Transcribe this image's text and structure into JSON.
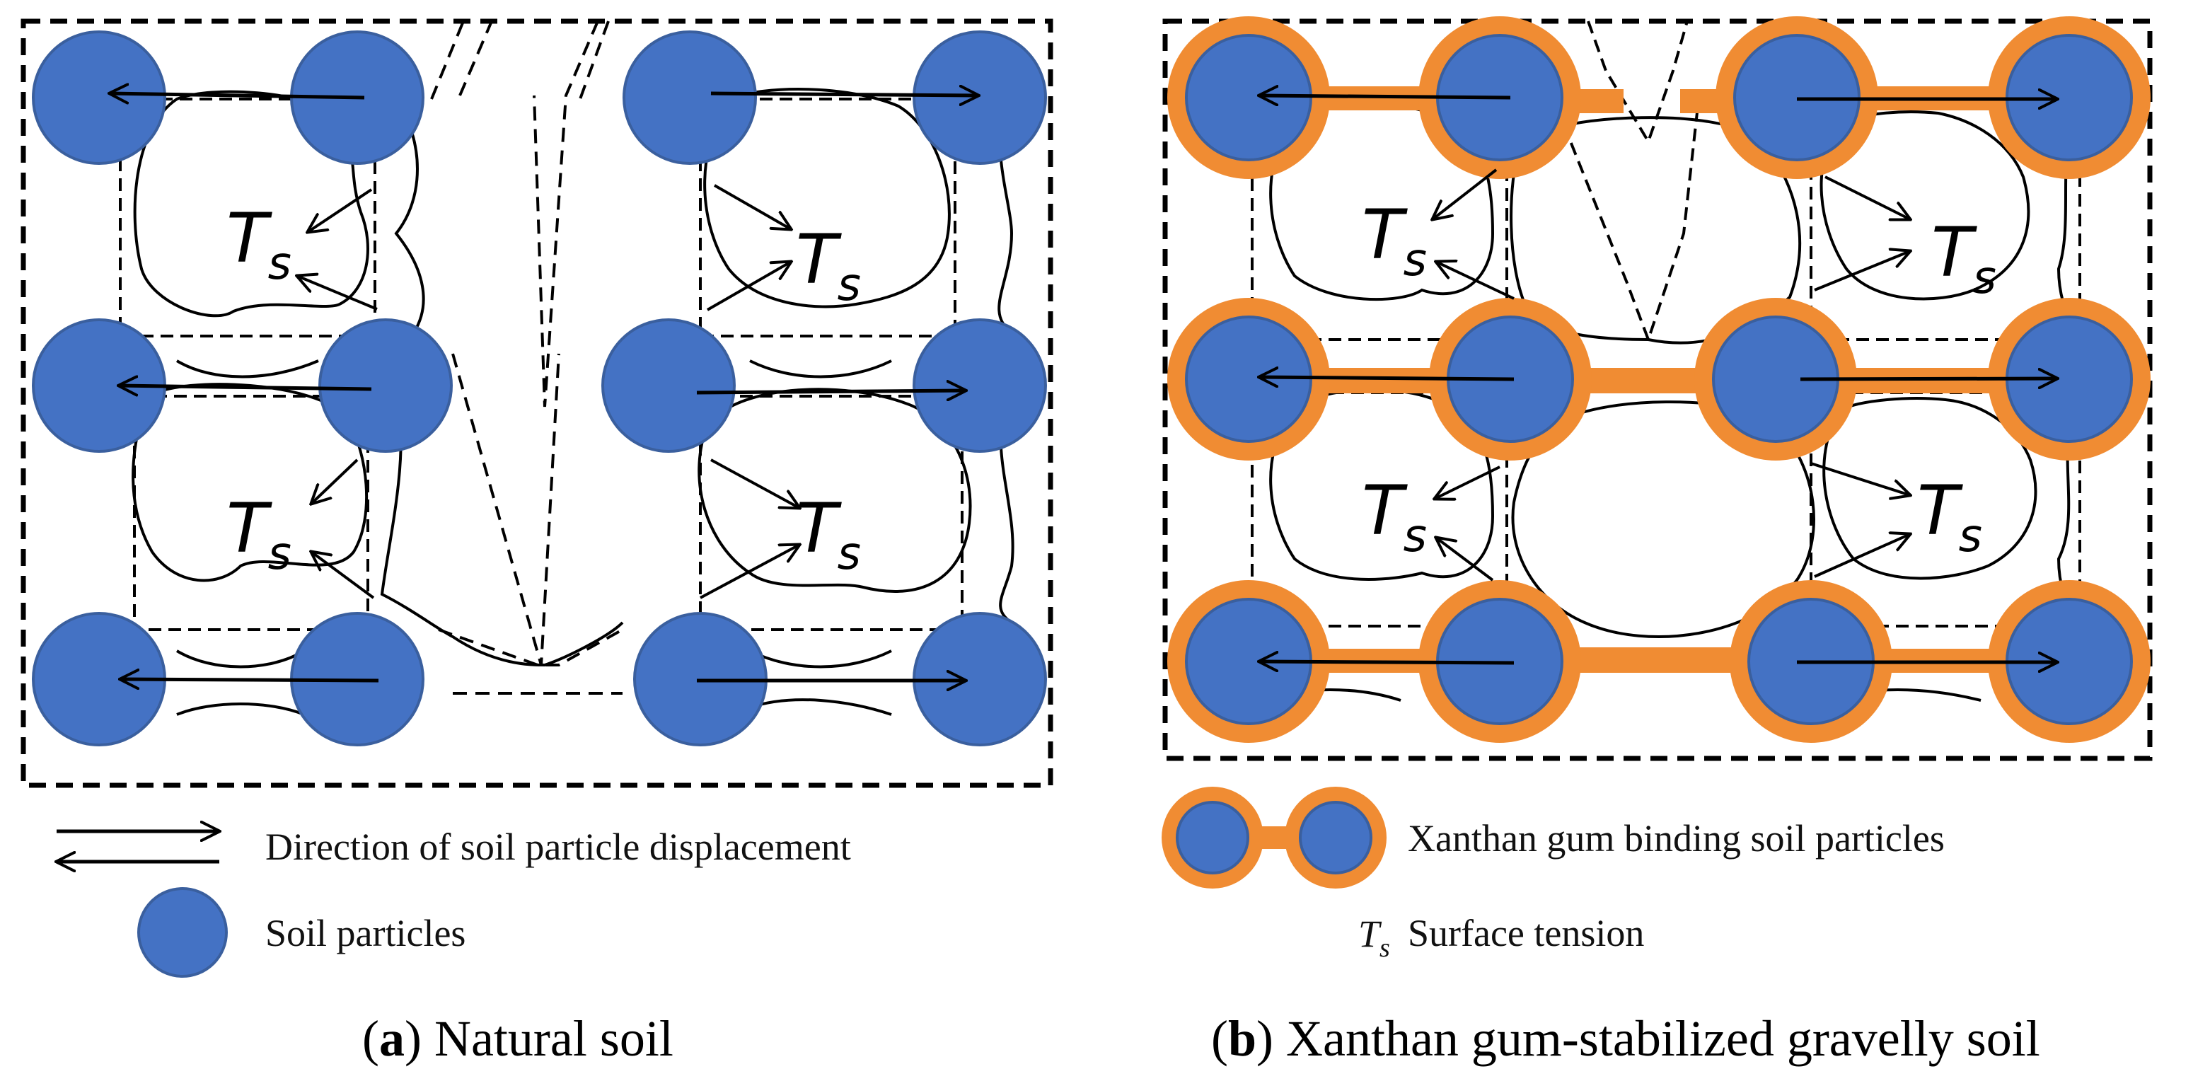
{
  "colors": {
    "particle": "#4472c4",
    "particle_edge": "#3a5f9e",
    "xanthan": "#f08c33",
    "line": "#000000"
  },
  "symbols": {
    "ts_main": "T",
    "ts_sub": "s"
  },
  "legend": {
    "arrow_text": "Direction of soil particle displacement",
    "particle_text": "Soil particles",
    "xanthan_text": "Xanthan gum binding soil particles",
    "ts_symbol": "T",
    "ts_symbol_sub": "s",
    "ts_text": "Surface tension"
  },
  "captions": {
    "a_letter": "a",
    "a_text": " Natural soil",
    "b_letter": "b",
    "b_text": " Xanthan gum-stabilized gravelly soil"
  }
}
